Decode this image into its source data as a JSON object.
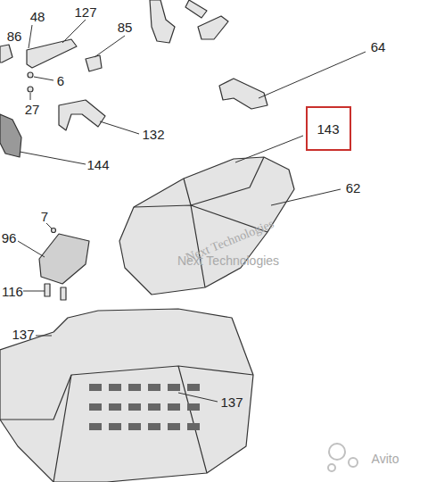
{
  "diagram": {
    "nodes": [
      {
        "text": [
          "143"
        ]
      }
    ],
    "labels": [
      "48",
      "127",
      "86",
      "85",
      "6",
      "27",
      "64",
      "132",
      "144",
      "62",
      "7",
      "96",
      "116",
      "137",
      "137",
      "Next Technologies",
      "Next Technologies",
      "Avito"
    ]
  }
}
